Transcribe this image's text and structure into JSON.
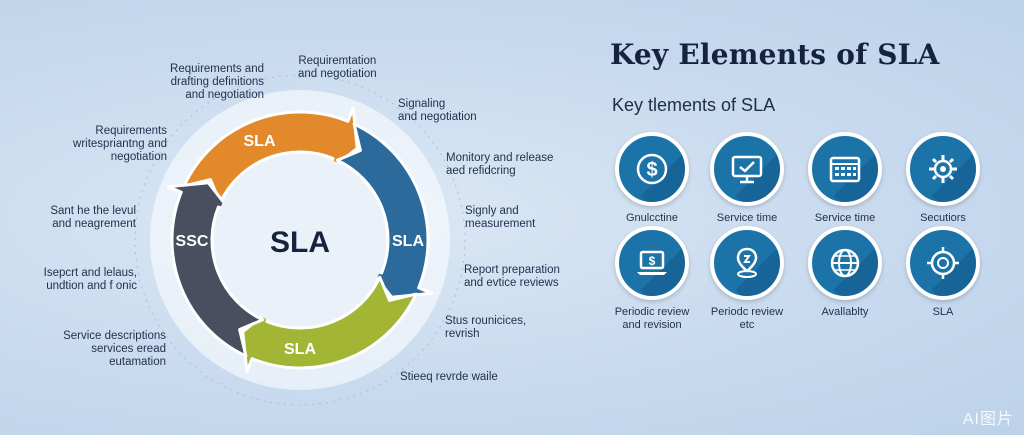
{
  "cycle": {
    "center_label": "SLA",
    "segments": [
      {
        "label": "SLA",
        "color": "#e2892b"
      },
      {
        "label": "SLA",
        "color": "#2d6a9c"
      },
      {
        "label": "SLA",
        "color": "#a3b534"
      },
      {
        "label": "SSC",
        "color": "#4a4f60"
      }
    ]
  },
  "left_captions": [
    {
      "lines": [
        "Requirements and",
        "drafting definitions",
        "and negotiation"
      ]
    },
    {
      "lines": [
        "Requirements",
        "writespriantng and",
        "negotiation"
      ]
    },
    {
      "lines": [
        "Sant he the levul",
        "and neagrement"
      ]
    },
    {
      "lines": [
        "Isepcrt and lelaus,",
        "undtion and f onic"
      ]
    },
    {
      "lines": [
        "Service descriptions",
        "services eread",
        "eutamation"
      ]
    }
  ],
  "right_captions": [
    {
      "lines": [
        "Requiremtation",
        "and negotiation"
      ]
    },
    {
      "lines": [
        "Signaling",
        "and negotiation"
      ]
    },
    {
      "lines": [
        "Monitory and release",
        "aed refidcring"
      ]
    },
    {
      "lines": [
        "Signly and",
        "measurement"
      ]
    },
    {
      "lines": [
        "Report preparation",
        "and evtice reviews"
      ]
    },
    {
      "lines": [
        "Stus rounicices,",
        "revrish"
      ]
    },
    {
      "lines": [
        "Stieeq revrde waile"
      ]
    }
  ],
  "panel": {
    "title": "Key Elements of SLA",
    "subtitle": "Key tlements of SLA"
  },
  "tiles": [
    {
      "icon": "dollar-coin-icon",
      "lines": [
        "Gnulcctine"
      ]
    },
    {
      "icon": "monitor-check-icon",
      "lines": [
        "Service time"
      ]
    },
    {
      "icon": "calendar-grid-icon",
      "lines": [
        "Service time"
      ]
    },
    {
      "icon": "gear-settings-icon",
      "lines": [
        "Secutiors"
      ]
    },
    {
      "icon": "laptop-dollar-icon",
      "lines": [
        "Periodic review",
        "and revision"
      ]
    },
    {
      "icon": "pin-marker-icon",
      "lines": [
        "Periodc review",
        "etc"
      ]
    },
    {
      "icon": "globe-icon",
      "lines": [
        "Avallablty"
      ]
    },
    {
      "icon": "target-gear-icon",
      "lines": [
        "SLA"
      ]
    }
  ],
  "colors": {
    "accent_blue": "#1c73a8",
    "orange": "#e2892b",
    "lime": "#a3b534",
    "slate": "#4a4f60",
    "navy": "#2d6a9c"
  },
  "watermark": "AI图片"
}
